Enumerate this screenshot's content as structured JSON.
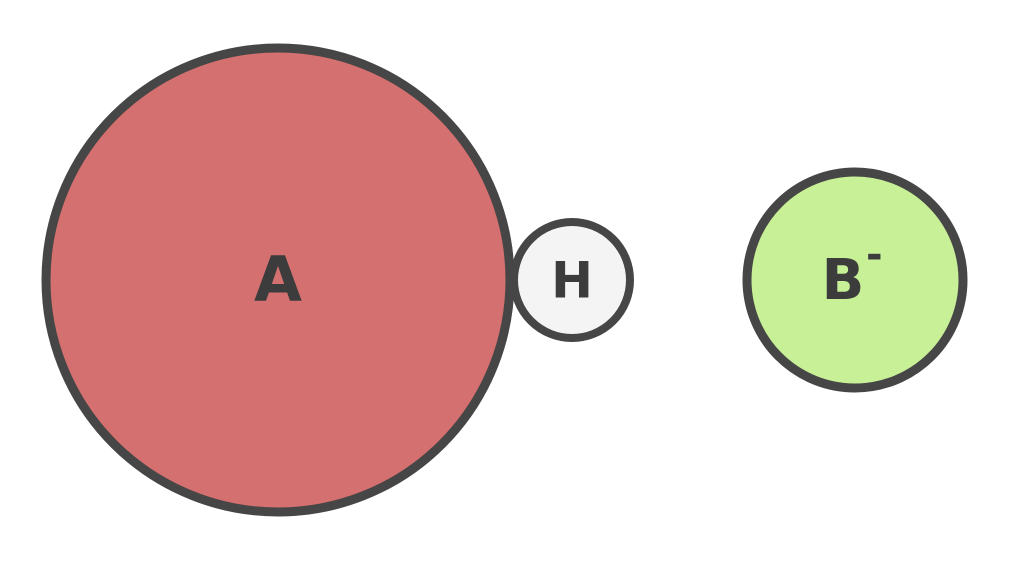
{
  "atoms": [
    {
      "id": "A",
      "label": "A",
      "fill": "#d4706f"
    },
    {
      "id": "H",
      "label": "H",
      "fill": "#f4f4f4"
    },
    {
      "id": "B",
      "label": "B",
      "charge": "-",
      "fill": "#c8f097"
    }
  ],
  "stroke_color": "#464646"
}
